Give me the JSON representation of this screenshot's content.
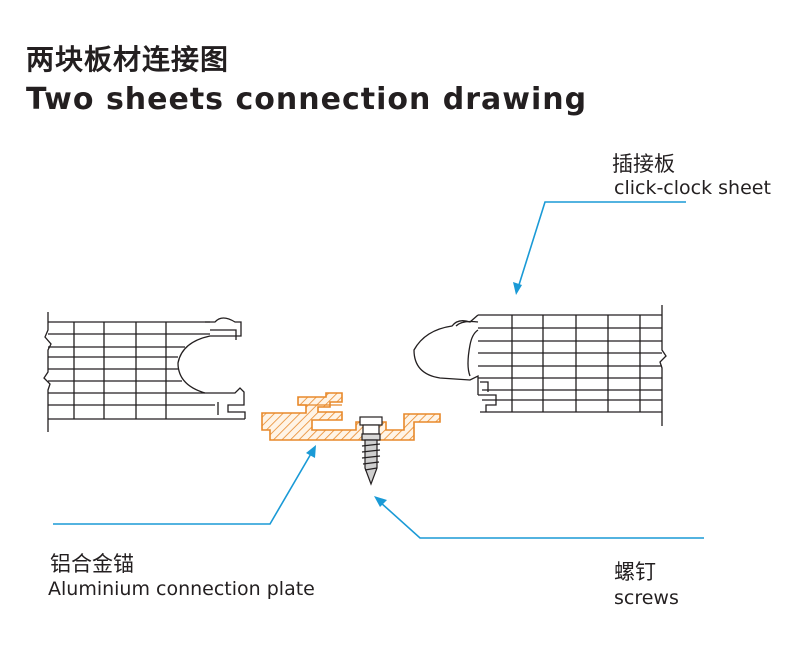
{
  "title": {
    "zh": "两块板材连接图",
    "en": "Two sheets connection drawing"
  },
  "labels": {
    "sheet": {
      "zh": "插接板",
      "en": "click-clock sheet"
    },
    "plate": {
      "zh": "铝合金锚",
      "en": "Aluminium connection plate"
    },
    "screws": {
      "zh": "螺钉",
      "en": "screws"
    }
  },
  "colors": {
    "leader": "#1a9ad6",
    "plate": "#e8892a",
    "sheet_line": "#231f20"
  }
}
